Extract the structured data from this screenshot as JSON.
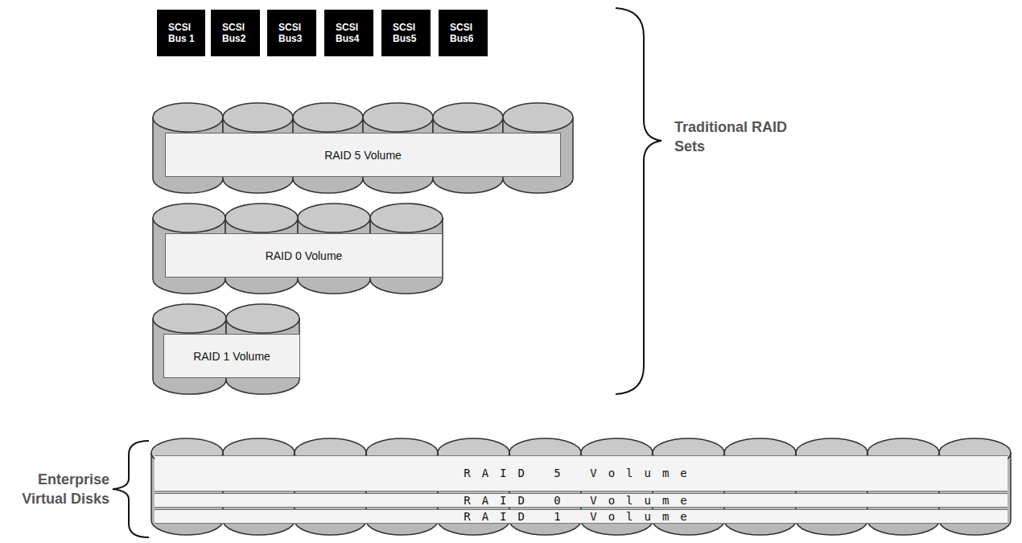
{
  "diagram": {
    "nodes": [
      {
        "text": [
          "SCSI Bus 1"
        ]
      },
      {
        "text": [
          "SCSI Bus2"
        ]
      },
      {
        "text": [
          "SCSI Bus3"
        ]
      },
      {
        "text": [
          "SCSI Bus4"
        ]
      },
      {
        "text": [
          "SCSI Bus5"
        ]
      },
      {
        "text": [
          "SCSI Bus6"
        ]
      },
      {
        "text": [
          "RAID 5 Volume"
        ]
      },
      {
        "text": [
          "RAID 0 Volume"
        ]
      },
      {
        "text": [
          "RAID 1 Volume"
        ]
      },
      {
        "text": [
          "RAID 5 Volume"
        ]
      },
      {
        "text": [
          "RAID 0 Volume"
        ]
      },
      {
        "text": [
          "RAID 1 Volume"
        ]
      }
    ],
    "labels": [
      "Traditional RAID Sets",
      "Enterprise Virtual Disks"
    ]
  }
}
